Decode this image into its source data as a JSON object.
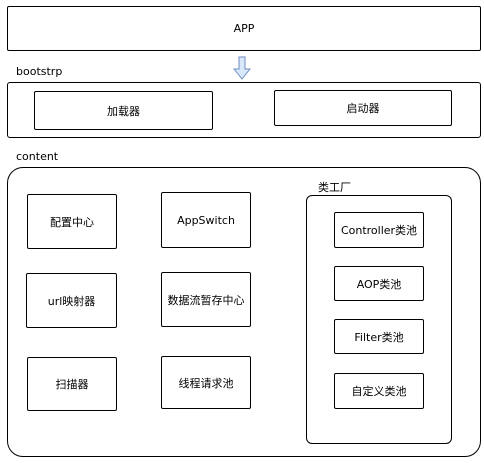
{
  "app": {
    "label": "APP"
  },
  "bootstrp": {
    "title": "bootstrp",
    "items": [
      {
        "label": "加载器"
      },
      {
        "label": "启动器"
      }
    ]
  },
  "content": {
    "title": "content",
    "left_col": [
      {
        "label": "配置中心"
      },
      {
        "label": "url映射器"
      },
      {
        "label": "扫描器"
      }
    ],
    "mid_col": [
      {
        "label": "AppSwitch"
      },
      {
        "label": "数据流暂存中心"
      },
      {
        "label": "线程请求池"
      }
    ],
    "factory": {
      "title": "类工厂",
      "items": [
        {
          "label": "Controller类池"
        },
        {
          "label": "AOP类池"
        },
        {
          "label": "Filter类池"
        },
        {
          "label": "自定义类池"
        }
      ]
    }
  },
  "colors": {
    "border": "#000000",
    "arrow": "#dae8fc",
    "arrow_stroke": "#6c8ebf"
  },
  "icons": {
    "arrow": "down-arrow-icon"
  }
}
